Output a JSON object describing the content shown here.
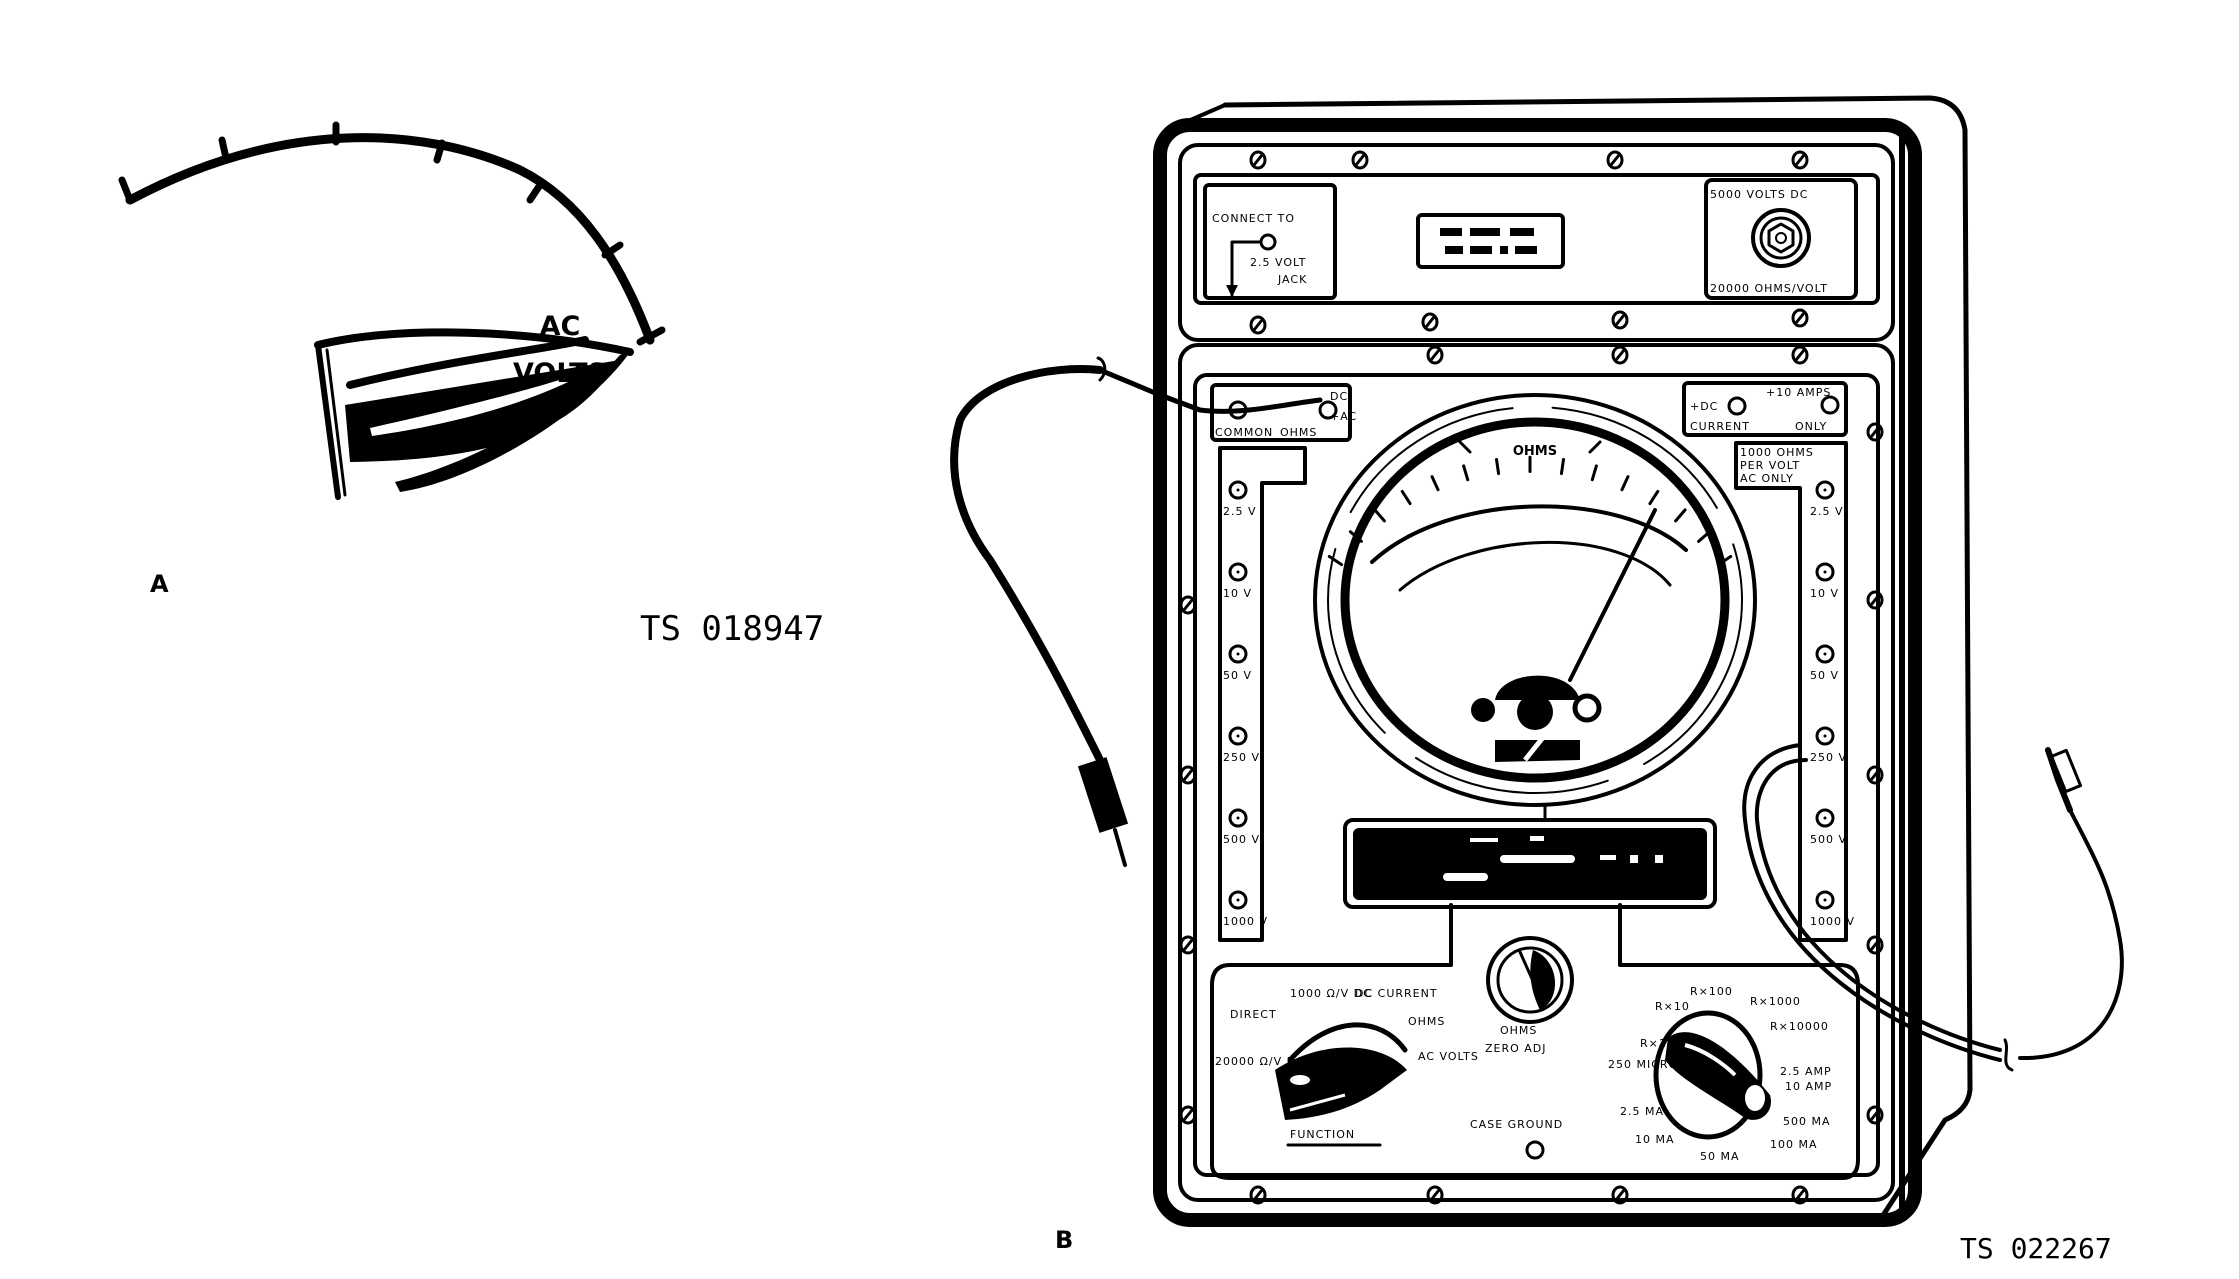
{
  "figure_a": {
    "label": "A",
    "dial_label_line1": "AC",
    "dial_label_line2": "VOLTS",
    "code": "TS 018947"
  },
  "figure_b": {
    "label": "B",
    "code": "TS 022267",
    "top_panel": {
      "connect_box_line1": "CONNECT TO",
      "connect_box_line2": "2.5 VOLT",
      "connect_box_line3": "JACK",
      "hv_box_top": "5000 VOLTS DC",
      "hv_box_bottom": "20000 OHMS/VOLT"
    },
    "common_box": {
      "left_label": "COMMON",
      "right_label_dc": "DC",
      "right_label_ac": "+AC",
      "bottom_label": "OHMS"
    },
    "dc_current_box": {
      "left": "+DC",
      "right": "+10 AMPS",
      "bottom_left": "CURRENT",
      "bottom_right": "ONLY"
    },
    "ac_box": {
      "line1": "1000 OHMS",
      "line2": "PER VOLT",
      "line3": "AC ONLY"
    },
    "left_jacks": [
      "2.5 V",
      "10 V",
      "50 V",
      "250 V",
      "500 V",
      "1000 V"
    ],
    "right_jacks": [
      "2.5 V",
      "10 V",
      "50 V",
      "250 V",
      "500 V",
      "1000 V"
    ],
    "meter": {
      "scale_label": "OHMS"
    },
    "function_switch": {
      "title": "FUNCTION",
      "positions": [
        "20000 Ω/V DC",
        "DIRECT",
        "1000 Ω/V DC",
        "DC CURRENT",
        "OHMS",
        "AC VOLTS"
      ]
    },
    "zero_adjust": {
      "line1": "OHMS",
      "line2": "ZERO ADJ"
    },
    "case_ground": "CASE GROUND",
    "range_switch": {
      "positions": [
        "R×1",
        "R×10",
        "R×100",
        "R×1000",
        "R×10000",
        "2.5 AMP",
        "10 AMP",
        "500 MA",
        "100 MA",
        "50 MA",
        "10 MA",
        "2.5 MA",
        "250 MICRO A"
      ]
    }
  }
}
